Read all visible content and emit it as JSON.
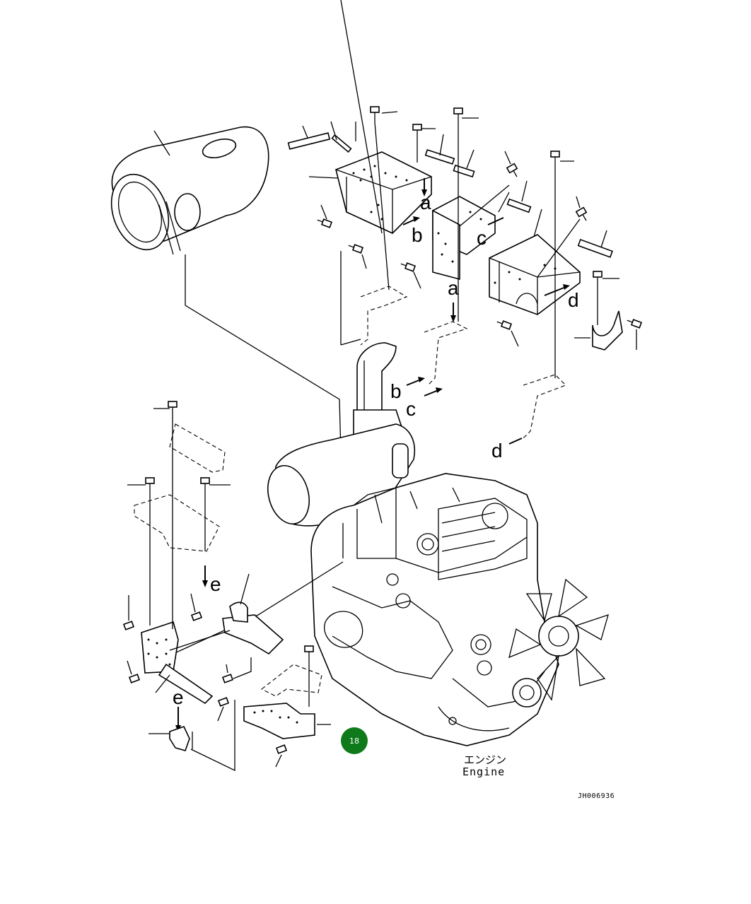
{
  "labels": {
    "a_top": "a",
    "b_top": "b",
    "c_top": "c",
    "d_top": "d",
    "a_mid": "a",
    "b_mid": "b",
    "c_mid": "c",
    "d_mid": "d",
    "e_top": "e",
    "e_bottom": "e"
  },
  "engine": {
    "jp": "エンジン",
    "en": "Engine"
  },
  "drawing_code": "JH006936",
  "callout": {
    "number": "18",
    "color": "#0f7a1a"
  }
}
